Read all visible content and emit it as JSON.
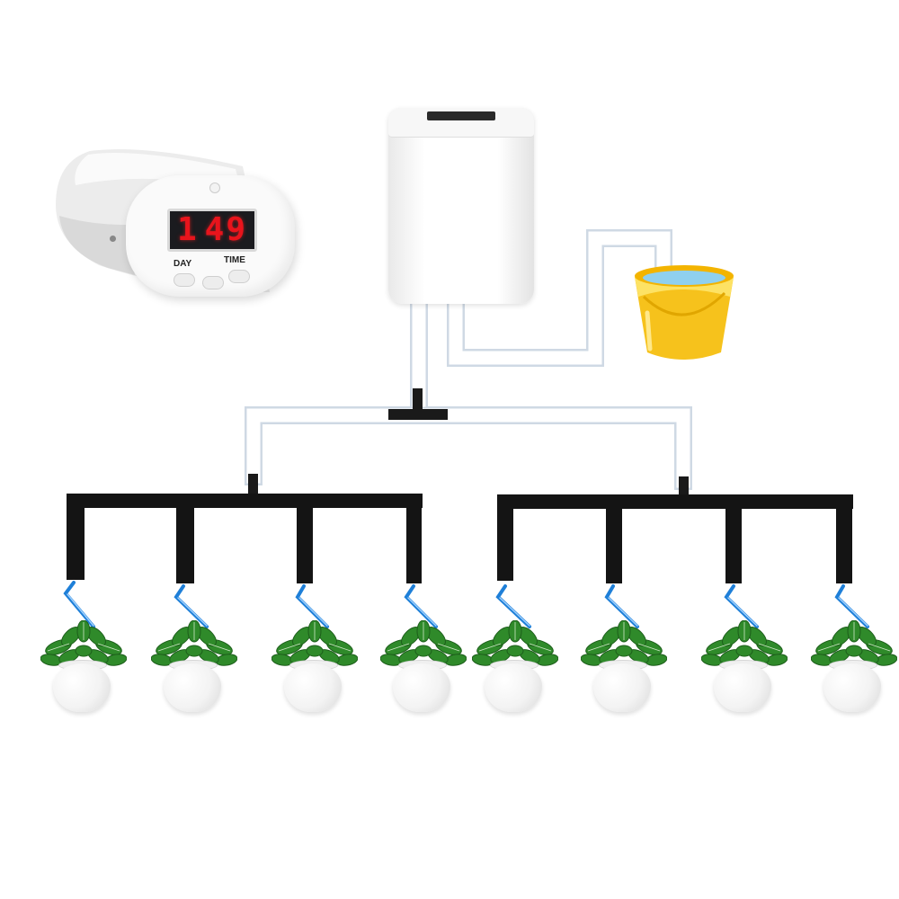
{
  "timer": {
    "hours": "1",
    "minutes": "49",
    "day_label": "DAY",
    "time_label": "TIME"
  },
  "colors": {
    "lcd_digits": "#e8141c",
    "main_tube": "#ffffff",
    "branch_tube": "#111111",
    "water_spray": "#1e7fd8",
    "bucket": "#f6c21c",
    "leaves": "#2f8a2a"
  },
  "icons": {
    "pump": "pump-icon",
    "bucket": "bucket-icon",
    "plant": "potted-plant-icon"
  },
  "plants_count_label": "8"
}
